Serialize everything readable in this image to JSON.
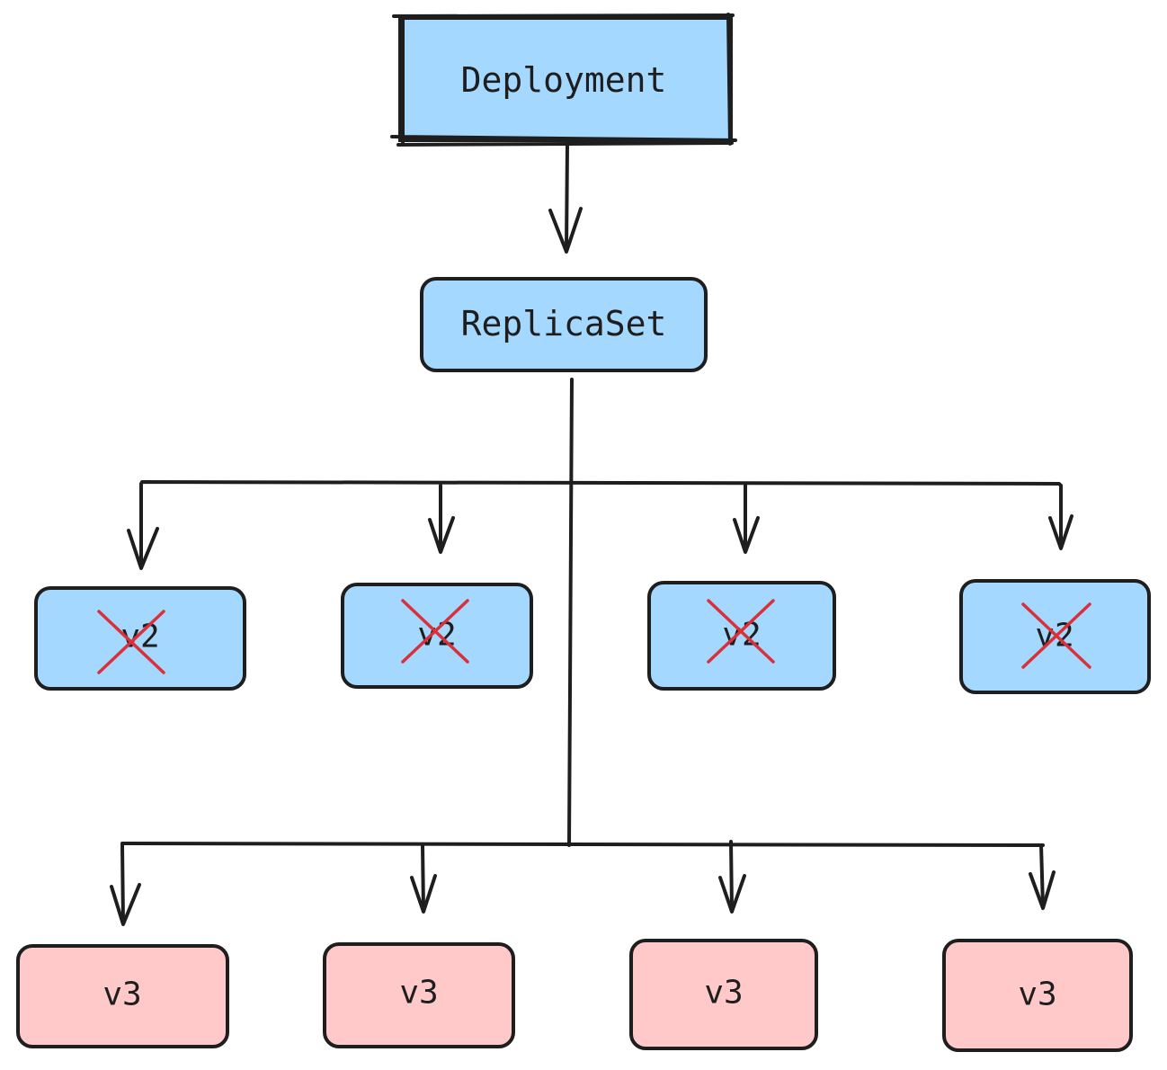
{
  "nodes": {
    "deployment": {
      "label": "Deployment",
      "color": "#a5d8ff"
    },
    "replicaset": {
      "label": "ReplicaSet",
      "color": "#a5d8ff"
    },
    "old_pods": [
      {
        "label": "v2",
        "status": "deleted",
        "color": "#a5d8ff"
      },
      {
        "label": "v2",
        "status": "deleted",
        "color": "#a5d8ff"
      },
      {
        "label": "v2",
        "status": "deleted",
        "color": "#a5d8ff"
      },
      {
        "label": "v2",
        "status": "deleted",
        "color": "#a5d8ff"
      }
    ],
    "new_pods": [
      {
        "label": "v3",
        "color": "#ffc9c9"
      },
      {
        "label": "v3",
        "color": "#ffc9c9"
      },
      {
        "label": "v3",
        "color": "#ffc9c9"
      },
      {
        "label": "v3",
        "color": "#ffc9c9"
      }
    ]
  },
  "edges": [
    {
      "from": "deployment",
      "to": "replicaset"
    },
    {
      "from": "replicaset",
      "to": "old_pods"
    },
    {
      "from": "replicaset",
      "to": "new_pods"
    }
  ],
  "colors": {
    "stroke": "#1e1e1e",
    "cross": "#d9303a"
  }
}
